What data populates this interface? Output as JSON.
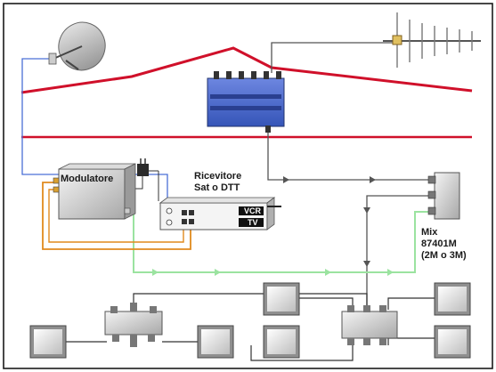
{
  "labels": {
    "modulatore": "Modulatore",
    "ricevitore_line1": "Ricevitore",
    "ricevitore_line2": "Sat o DTT",
    "mix_line1": "Mix",
    "mix_line2": "87401M",
    "mix_line3": "(2M o 3M)",
    "vcr": "VCR",
    "tv": "TV"
  },
  "colors": {
    "roof": "#d0102a",
    "frame": "#1a1a1a",
    "sat_cable": "#4a6fd6",
    "rf_cable": "#e08a1e",
    "mod_cable": "#9be3a0",
    "antenna_cable": "#555555",
    "amplifier": "#4a6ad0"
  }
}
